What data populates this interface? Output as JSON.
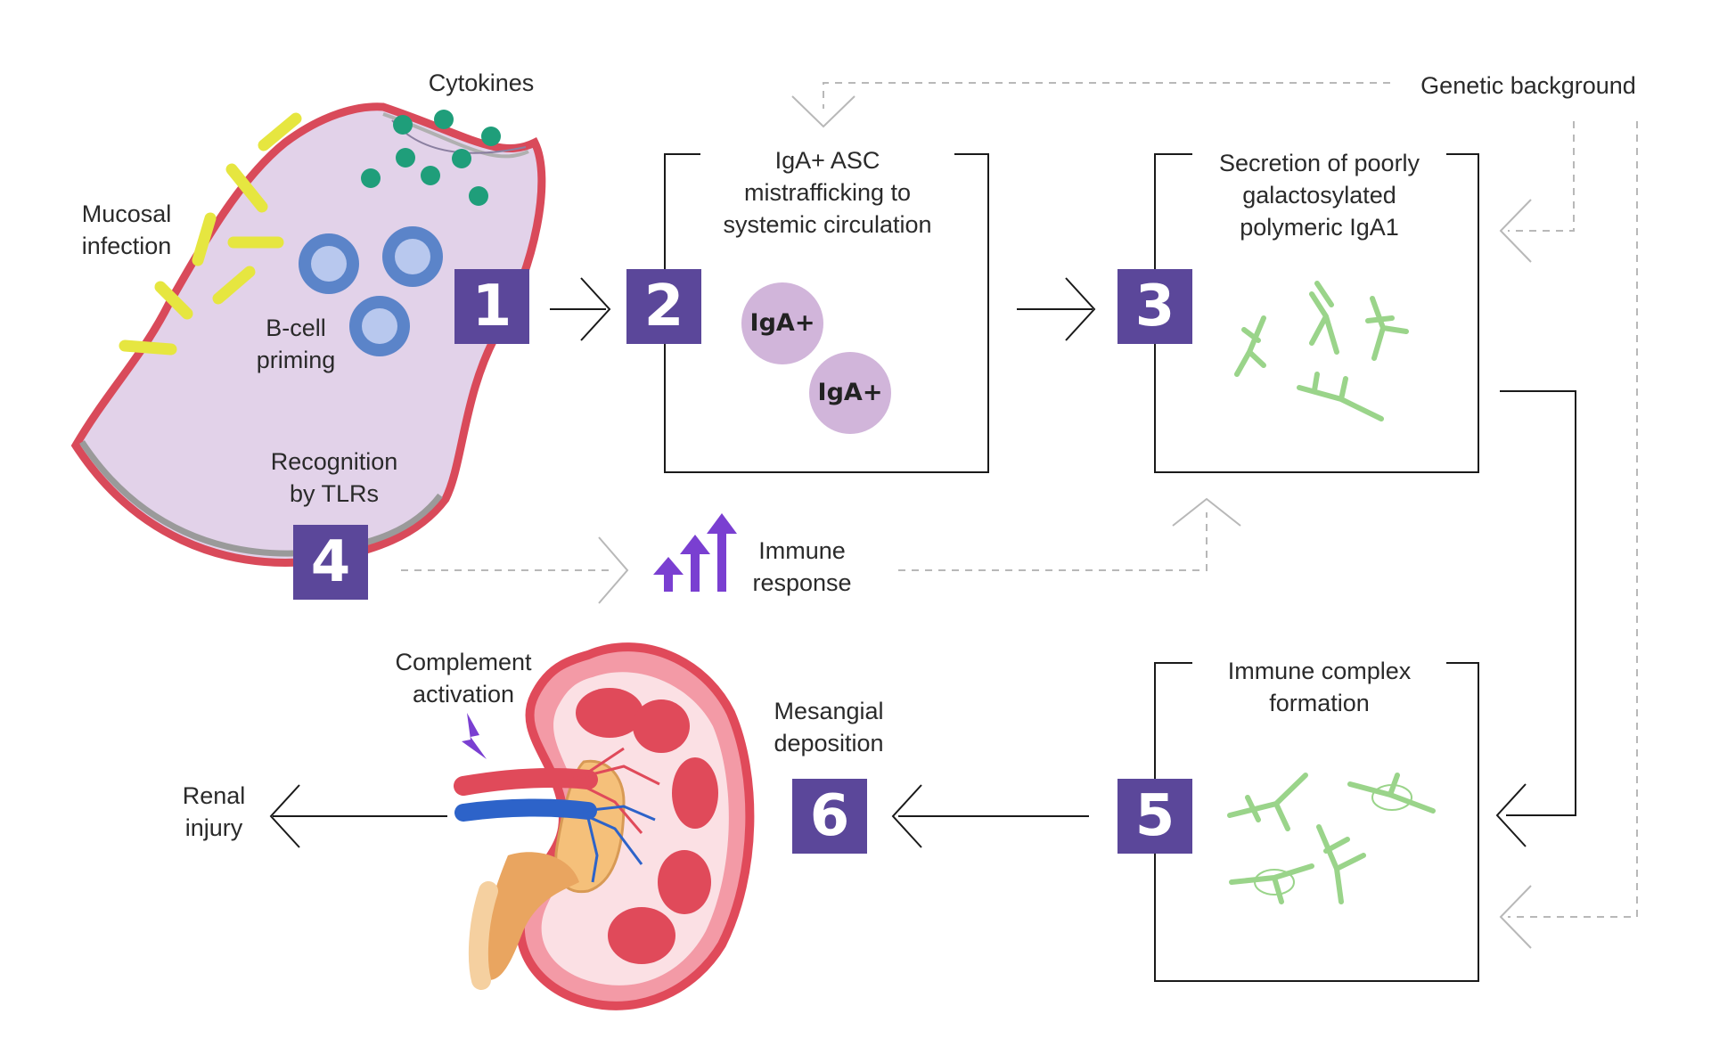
{
  "labels": {
    "cytokines": "Cytokines",
    "mucosal_infection": [
      "Mucosal",
      "infection"
    ],
    "bcell_priming": [
      "B-cell",
      "priming"
    ],
    "recognition": [
      "Recognition",
      "by TLRs"
    ],
    "genetic_background": "Genetic background",
    "box2_text": [
      "IgA+ ASC",
      "mistrafficking to",
      "systemic circulation"
    ],
    "box3_text": [
      "Secretion of poorly",
      "galactosylated",
      "polymeric IgA1"
    ],
    "immune_response": [
      "Immune",
      "response"
    ],
    "box5_text": [
      "Immune complex",
      "formation"
    ],
    "mesangial": [
      "Mesangial",
      "deposition"
    ],
    "complement": [
      "Complement",
      "activation"
    ],
    "renal_injury": [
      "Renal",
      "injury"
    ],
    "iga_a": "IgA+",
    "iga_b": "IgA+"
  },
  "steps": [
    "1",
    "2",
    "3",
    "4",
    "5",
    "6"
  ],
  "colors": {
    "step_fill": "#5b479a",
    "cell_fill": "#e2d2e9",
    "cell_wall": "#d94a5a",
    "bacteria": "#e6e640",
    "cytokine": "#1f9e7a",
    "bcell": "#5b84c9",
    "antibody": "#9ad48a",
    "arrow_purple": "#7a3fd1",
    "kidney_red": "#e04a5a"
  },
  "icons": [
    "rising-arrows-icon",
    "lightning-icon"
  ]
}
